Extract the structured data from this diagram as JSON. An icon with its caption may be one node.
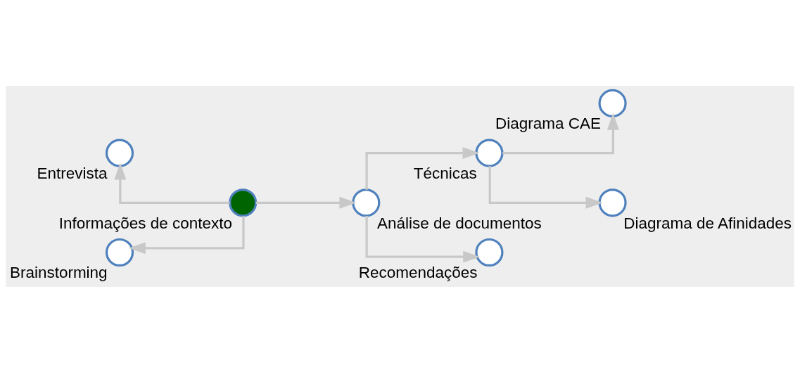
{
  "diagram": {
    "nodes": [
      {
        "text": [
          "Informações de contexto"
        ]
      },
      {
        "text": [
          "Entrevista"
        ]
      },
      {
        "text": [
          "Brainstorming"
        ]
      },
      {
        "text": [
          "Análise de documentos"
        ]
      },
      {
        "text": [
          "Técnicas"
        ]
      },
      {
        "text": [
          "Recomendações"
        ]
      },
      {
        "text": [
          "Diagrama CAE"
        ]
      },
      {
        "text": [
          "Diagrama de Afinidades"
        ]
      }
    ],
    "edges": [
      {
        "from": 0,
        "to": 1,
        "arrow": "to"
      },
      {
        "from": 0,
        "to": 2,
        "arrow": "to"
      },
      {
        "from": 0,
        "to": 3,
        "arrow": "to"
      },
      {
        "from": 3,
        "to": 4,
        "arrow": "to"
      },
      {
        "from": 3,
        "to": 5,
        "arrow": "to"
      },
      {
        "from": 4,
        "to": 6,
        "arrow": "to"
      },
      {
        "from": 4,
        "to": 7,
        "arrow": "to"
      }
    ]
  }
}
